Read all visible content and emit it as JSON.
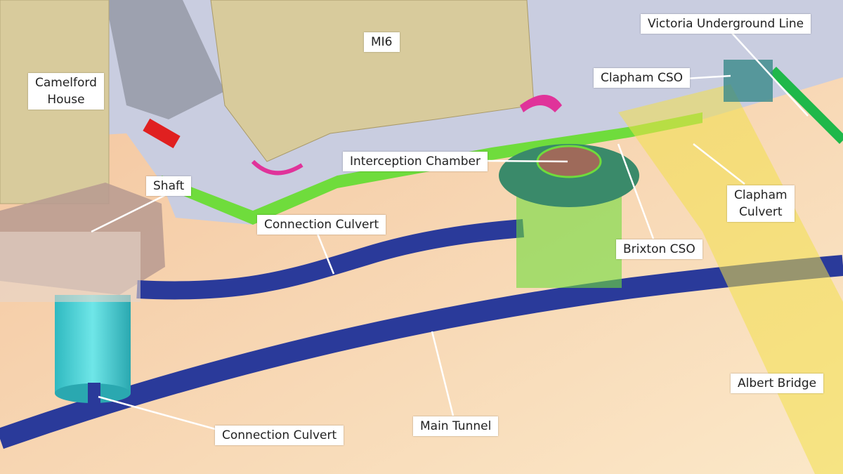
{
  "labels": {
    "camelford_house": "Camelford\nHouse",
    "mi6": "MI6",
    "victoria_line": "Victoria Underground Line",
    "clapham_cso": "Clapham CSO",
    "shaft": "Shaft",
    "interception_chamber": "Interception Chamber",
    "clapham_culvert": "Clapham\nCulvert",
    "connection_culvert_top": "Connection Culvert",
    "brixton_cso": "Brixton CSO",
    "main_tunnel": "Main Tunnel",
    "connection_culvert_bottom": "Connection Culvert",
    "albert_bridge": "Albert Bridge"
  },
  "colors": {
    "ground": "#f5c9a2",
    "surface": "#c9cde0",
    "buildings": "#d8cb9c",
    "tunnel": "#2a3a9a",
    "shaft": "#3cc8cc",
    "bridge": "#f2e04a",
    "green_elements": "#6fdc3c",
    "magenta_edges": "#e0339a"
  }
}
